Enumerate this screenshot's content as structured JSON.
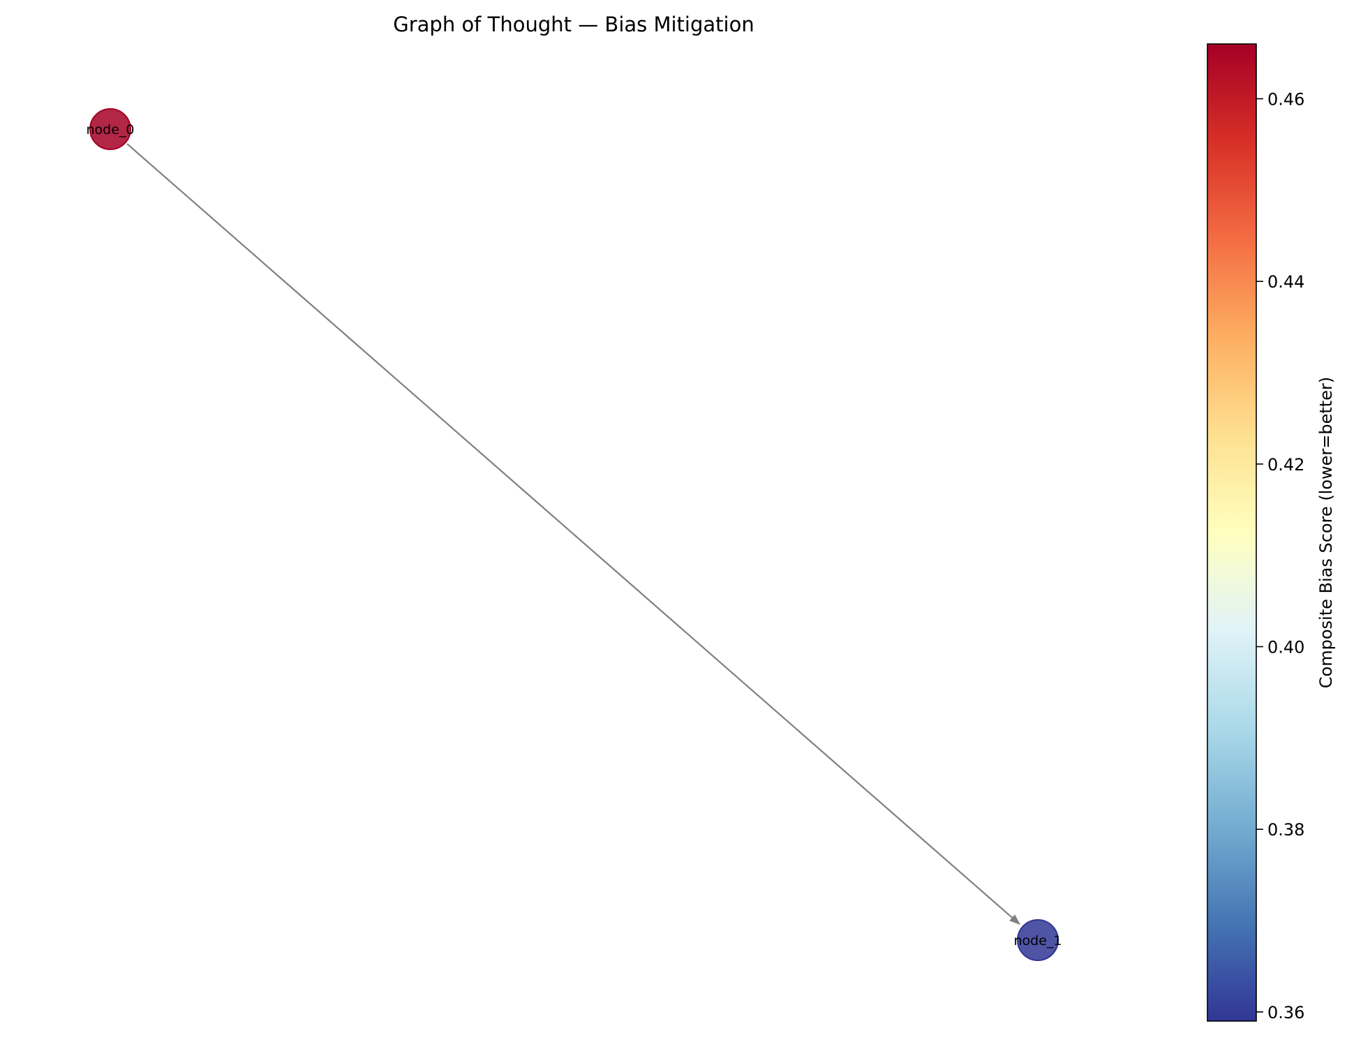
{
  "title": "Graph of Thought — Bias Mitigation",
  "colorbar": {
    "label": "Composite Bias Score (lower=better)",
    "colormap": "RdYlBu_r",
    "colormap_stops": [
      "#313695",
      "#4575b4",
      "#74add1",
      "#abd9e9",
      "#e0f3f8",
      "#ffffbf",
      "#fee090",
      "#fdae61",
      "#f46d43",
      "#d73027",
      "#a50026"
    ],
    "range": [
      0.359,
      0.466
    ],
    "ticks": [
      "0.36",
      "0.38",
      "0.40",
      "0.42",
      "0.44",
      "0.46"
    ]
  },
  "graph": {
    "nodes": [
      {
        "id": "node_0",
        "label": "node_0",
        "score": 0.4658,
        "color": "#a50026"
      },
      {
        "id": "node_1",
        "label": "node_1",
        "score": 0.359,
        "color": "#313695"
      }
    ],
    "edges": [
      {
        "source": "node_0",
        "target": "node_1",
        "directed": true,
        "color": "#808080"
      }
    ]
  }
}
